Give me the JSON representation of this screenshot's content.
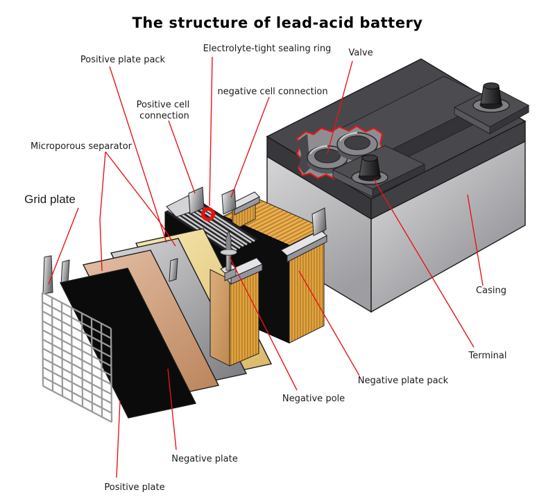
{
  "title": "The structure of lead-acid battery",
  "labels": {
    "electrolyte_sealing_ring": "Electrolyte-tight sealing ring",
    "valve": "Valve",
    "positive_plate_pack": "Positive plate pack",
    "negative_cell_connection": "negative cell connection",
    "positive_cell_connection": [
      "Positive cell",
      "connection"
    ],
    "microporous_separator": "Microporous separator",
    "grid_plate": "Grid plate",
    "casing": "Casing",
    "terminal": "Terminal",
    "negative_plate_pack": "Negative plate pack",
    "negative_pole": "Negative pole",
    "negative_plate": "Negative plate",
    "positive_plate": "Positive plate"
  },
  "colors": {
    "leader_red": "#e81414",
    "sealing_ring_red": "#ea1010",
    "casing_lid_dark": "#48484c",
    "casing_body_light": "#c8c8ca",
    "pack_orange": "#e2a440",
    "orange_stripe": "#b9812a",
    "separator_pink": "#d4a587",
    "negative_plate_gray": "#a9a9ad",
    "separator_yellow": "#ecd695",
    "positive_plate_black": "#0b0b0b",
    "grid_line_gray": "#9a9a9c"
  }
}
